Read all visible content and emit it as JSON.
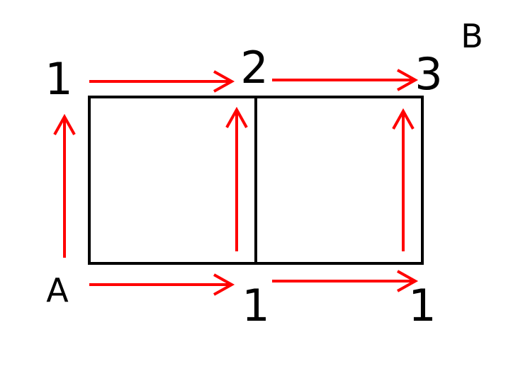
{
  "points": {
    "start": "A",
    "end": "B"
  },
  "counts": {
    "top_left": "1",
    "top_middle": "2",
    "top_right": "3",
    "bottom_middle": "1",
    "bottom_right": "1"
  },
  "colors": {
    "grid": "#000000",
    "arrows": "#ff0000",
    "background": "#ffffff"
  }
}
